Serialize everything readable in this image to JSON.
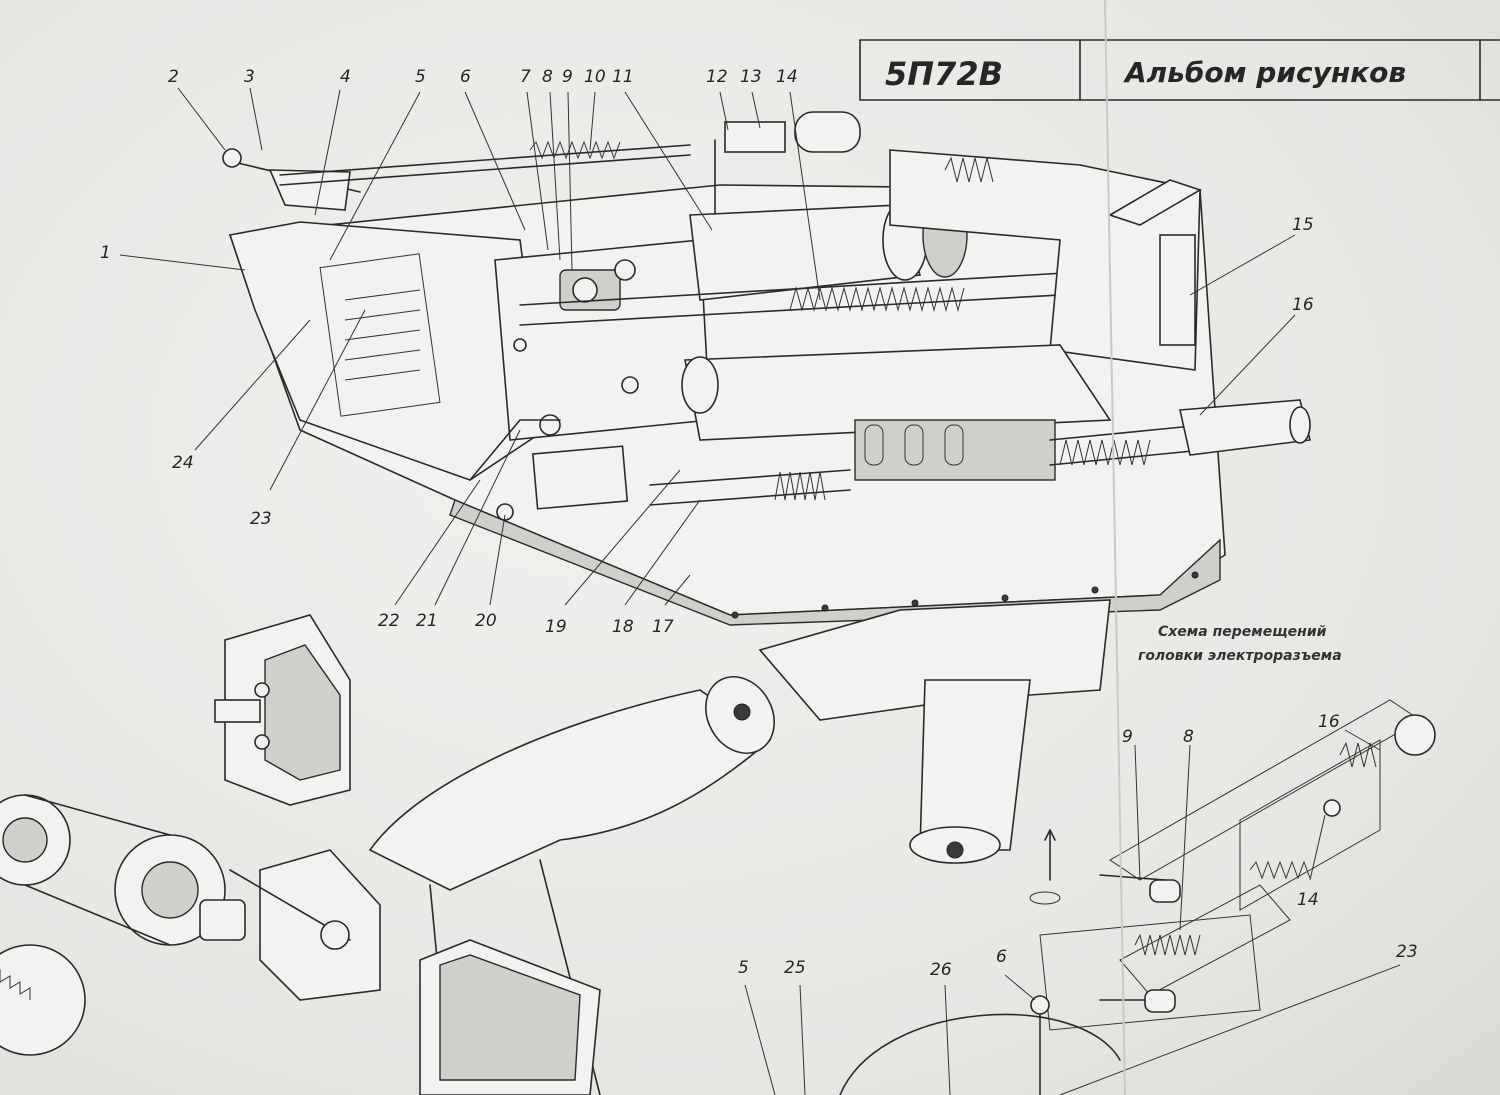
{
  "title_block": {
    "model": "5П72В",
    "album": "Альбом рисунков"
  },
  "scheme_caption": {
    "line1": "Схема перемещений",
    "line2": "головки электроразъема"
  },
  "callouts_main": {
    "c1": "1",
    "c2": "2",
    "c3": "3",
    "c4": "4",
    "c5": "5",
    "c6": "6",
    "c7": "7",
    "c8": "8",
    "c9": "9",
    "c10": "10",
    "c11": "11",
    "c12": "12",
    "c13": "13",
    "c14": "14",
    "c15": "15",
    "c16": "16",
    "c17": "17",
    "c18": "18",
    "c19": "19",
    "c20": "20",
    "c21": "21",
    "c22": "22",
    "c23": "23",
    "c24": "24"
  },
  "callouts_scheme": {
    "s9": "9",
    "s8": "8",
    "s16": "16",
    "s14": "14",
    "s5": "5",
    "s25": "25",
    "s26": "26",
    "s6": "6",
    "s23": "23"
  }
}
